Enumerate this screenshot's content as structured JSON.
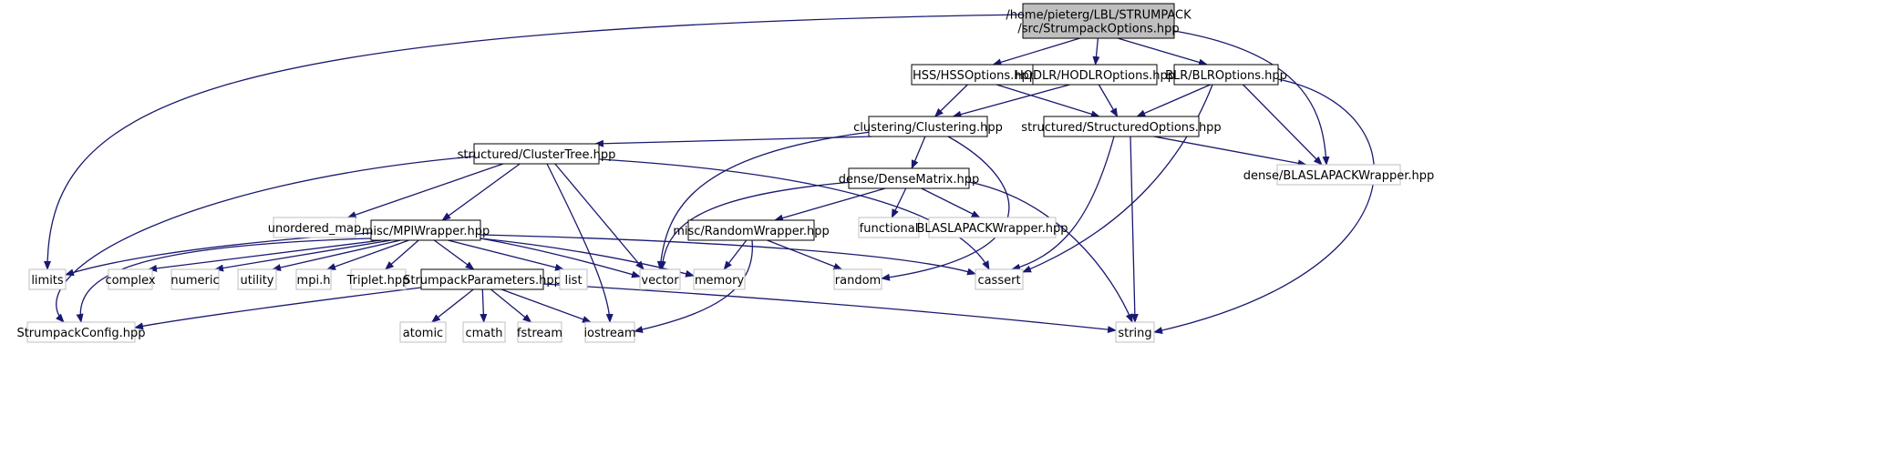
{
  "diagram": {
    "nodes": [
      {
        "id": "root",
        "lines": [
          "/home/pieterg/LBL/STRUMPACK",
          "/src/StrumpackOptions.hpp"
        ],
        "style": "root"
      },
      {
        "id": "hss",
        "lines": [
          "HSS/HSSOptions.hpp"
        ],
        "style": "file"
      },
      {
        "id": "hodlr",
        "lines": [
          "HODLR/HODLROptions.hpp"
        ],
        "style": "file"
      },
      {
        "id": "blr",
        "lines": [
          "BLR/BLROptions.hpp"
        ],
        "style": "file"
      },
      {
        "id": "clustering",
        "lines": [
          "clustering/Clustering.hpp"
        ],
        "style": "file"
      },
      {
        "id": "structured",
        "lines": [
          "structured/StructuredOptions.hpp"
        ],
        "style": "file"
      },
      {
        "id": "blaslapack_dense",
        "lines": [
          "dense/BLASLAPACKWrapper.hpp"
        ],
        "style": "missing"
      },
      {
        "id": "clustertree",
        "lines": [
          "structured/ClusterTree.hpp"
        ],
        "style": "file"
      },
      {
        "id": "densematrix",
        "lines": [
          "dense/DenseMatrix.hpp"
        ],
        "style": "file"
      },
      {
        "id": "unordered_map",
        "lines": [
          "unordered_map"
        ],
        "style": "missing"
      },
      {
        "id": "mpiwrapper",
        "lines": [
          "misc/MPIWrapper.hpp"
        ],
        "style": "file"
      },
      {
        "id": "functional",
        "lines": [
          "functional"
        ],
        "style": "missing"
      },
      {
        "id": "blaslapack",
        "lines": [
          "BLASLAPACKWrapper.hpp"
        ],
        "style": "missing"
      },
      {
        "id": "randomwrapper",
        "lines": [
          "misc/RandomWrapper.hpp"
        ],
        "style": "file"
      },
      {
        "id": "limits",
        "lines": [
          "limits"
        ],
        "style": "missing"
      },
      {
        "id": "complex",
        "lines": [
          "complex"
        ],
        "style": "missing"
      },
      {
        "id": "numeric",
        "lines": [
          "numeric"
        ],
        "style": "missing"
      },
      {
        "id": "utility",
        "lines": [
          "utility"
        ],
        "style": "missing"
      },
      {
        "id": "mpih",
        "lines": [
          "mpi.h"
        ],
        "style": "missing"
      },
      {
        "id": "triplet",
        "lines": [
          "Triplet.hpp"
        ],
        "style": "missing"
      },
      {
        "id": "strumpackparams",
        "lines": [
          "StrumpackParameters.hpp"
        ],
        "style": "file"
      },
      {
        "id": "list",
        "lines": [
          "list"
        ],
        "style": "missing"
      },
      {
        "id": "vector",
        "lines": [
          "vector"
        ],
        "style": "missing"
      },
      {
        "id": "memory",
        "lines": [
          "memory"
        ],
        "style": "missing"
      },
      {
        "id": "random",
        "lines": [
          "random"
        ],
        "style": "missing"
      },
      {
        "id": "cassert",
        "lines": [
          "cassert"
        ],
        "style": "missing"
      },
      {
        "id": "strumpackconfig",
        "lines": [
          "StrumpackConfig.hpp"
        ],
        "style": "missing"
      },
      {
        "id": "atomic",
        "lines": [
          "atomic"
        ],
        "style": "missing"
      },
      {
        "id": "cmath",
        "lines": [
          "cmath"
        ],
        "style": "missing"
      },
      {
        "id": "fstream",
        "lines": [
          "fstream"
        ],
        "style": "missing"
      },
      {
        "id": "iostream",
        "lines": [
          "iostream"
        ],
        "style": "missing"
      },
      {
        "id": "string",
        "lines": [
          "string"
        ],
        "style": "missing"
      }
    ],
    "edges": [
      {
        "from": "root",
        "to": "hss"
      },
      {
        "from": "root",
        "to": "hodlr"
      },
      {
        "from": "root",
        "to": "blr"
      },
      {
        "from": "root",
        "to": "blaslapack_dense"
      },
      {
        "from": "root",
        "to": "limits"
      },
      {
        "from": "hss",
        "to": "clustering"
      },
      {
        "from": "hss",
        "to": "structured"
      },
      {
        "from": "hodlr",
        "to": "clustering"
      },
      {
        "from": "hodlr",
        "to": "structured"
      },
      {
        "from": "blr",
        "to": "structured"
      },
      {
        "from": "blr",
        "to": "blaslapack_dense"
      },
      {
        "from": "blr",
        "to": "cassert"
      },
      {
        "from": "blr",
        "to": "string"
      },
      {
        "from": "clustering",
        "to": "clustertree"
      },
      {
        "from": "clustering",
        "to": "densematrix"
      },
      {
        "from": "clustering",
        "to": "vector"
      },
      {
        "from": "clustering",
        "to": "random"
      },
      {
        "from": "structured",
        "to": "blaslapack_dense"
      },
      {
        "from": "structured",
        "to": "cassert"
      },
      {
        "from": "structured",
        "to": "string"
      },
      {
        "from": "clustertree",
        "to": "unordered_map"
      },
      {
        "from": "clustertree",
        "to": "mpiwrapper"
      },
      {
        "from": "clustertree",
        "to": "vector"
      },
      {
        "from": "clustertree",
        "to": "iostream"
      },
      {
        "from": "clustertree",
        "to": "cassert"
      },
      {
        "from": "clustertree",
        "to": "strumpackconfig"
      },
      {
        "from": "densematrix",
        "to": "functional"
      },
      {
        "from": "densematrix",
        "to": "blaslapack"
      },
      {
        "from": "densematrix",
        "to": "randomwrapper"
      },
      {
        "from": "densematrix",
        "to": "vector"
      },
      {
        "from": "densematrix",
        "to": "string"
      },
      {
        "from": "mpiwrapper",
        "to": "limits"
      },
      {
        "from": "mpiwrapper",
        "to": "complex"
      },
      {
        "from": "mpiwrapper",
        "to": "numeric"
      },
      {
        "from": "mpiwrapper",
        "to": "utility"
      },
      {
        "from": "mpiwrapper",
        "to": "mpih"
      },
      {
        "from": "mpiwrapper",
        "to": "triplet"
      },
      {
        "from": "mpiwrapper",
        "to": "strumpackparams"
      },
      {
        "from": "mpiwrapper",
        "to": "list"
      },
      {
        "from": "mpiwrapper",
        "to": "vector"
      },
      {
        "from": "mpiwrapper",
        "to": "memory"
      },
      {
        "from": "mpiwrapper",
        "to": "cassert"
      },
      {
        "from": "mpiwrapper",
        "to": "strumpackconfig"
      },
      {
        "from": "randomwrapper",
        "to": "memory"
      },
      {
        "from": "randomwrapper",
        "to": "random"
      },
      {
        "from": "randomwrapper",
        "to": "iostream"
      },
      {
        "from": "strumpackparams",
        "to": "strumpackconfig"
      },
      {
        "from": "strumpackparams",
        "to": "atomic"
      },
      {
        "from": "strumpackparams",
        "to": "cmath"
      },
      {
        "from": "strumpackparams",
        "to": "fstream"
      },
      {
        "from": "strumpackparams",
        "to": "iostream"
      },
      {
        "from": "strumpackparams",
        "to": "string"
      }
    ]
  },
  "colors": {
    "edge": "#191970",
    "root_fill": "#bfbfbf",
    "file_border": "#000000",
    "missing_border": "#bfbfbf",
    "background": "#ffffff"
  }
}
